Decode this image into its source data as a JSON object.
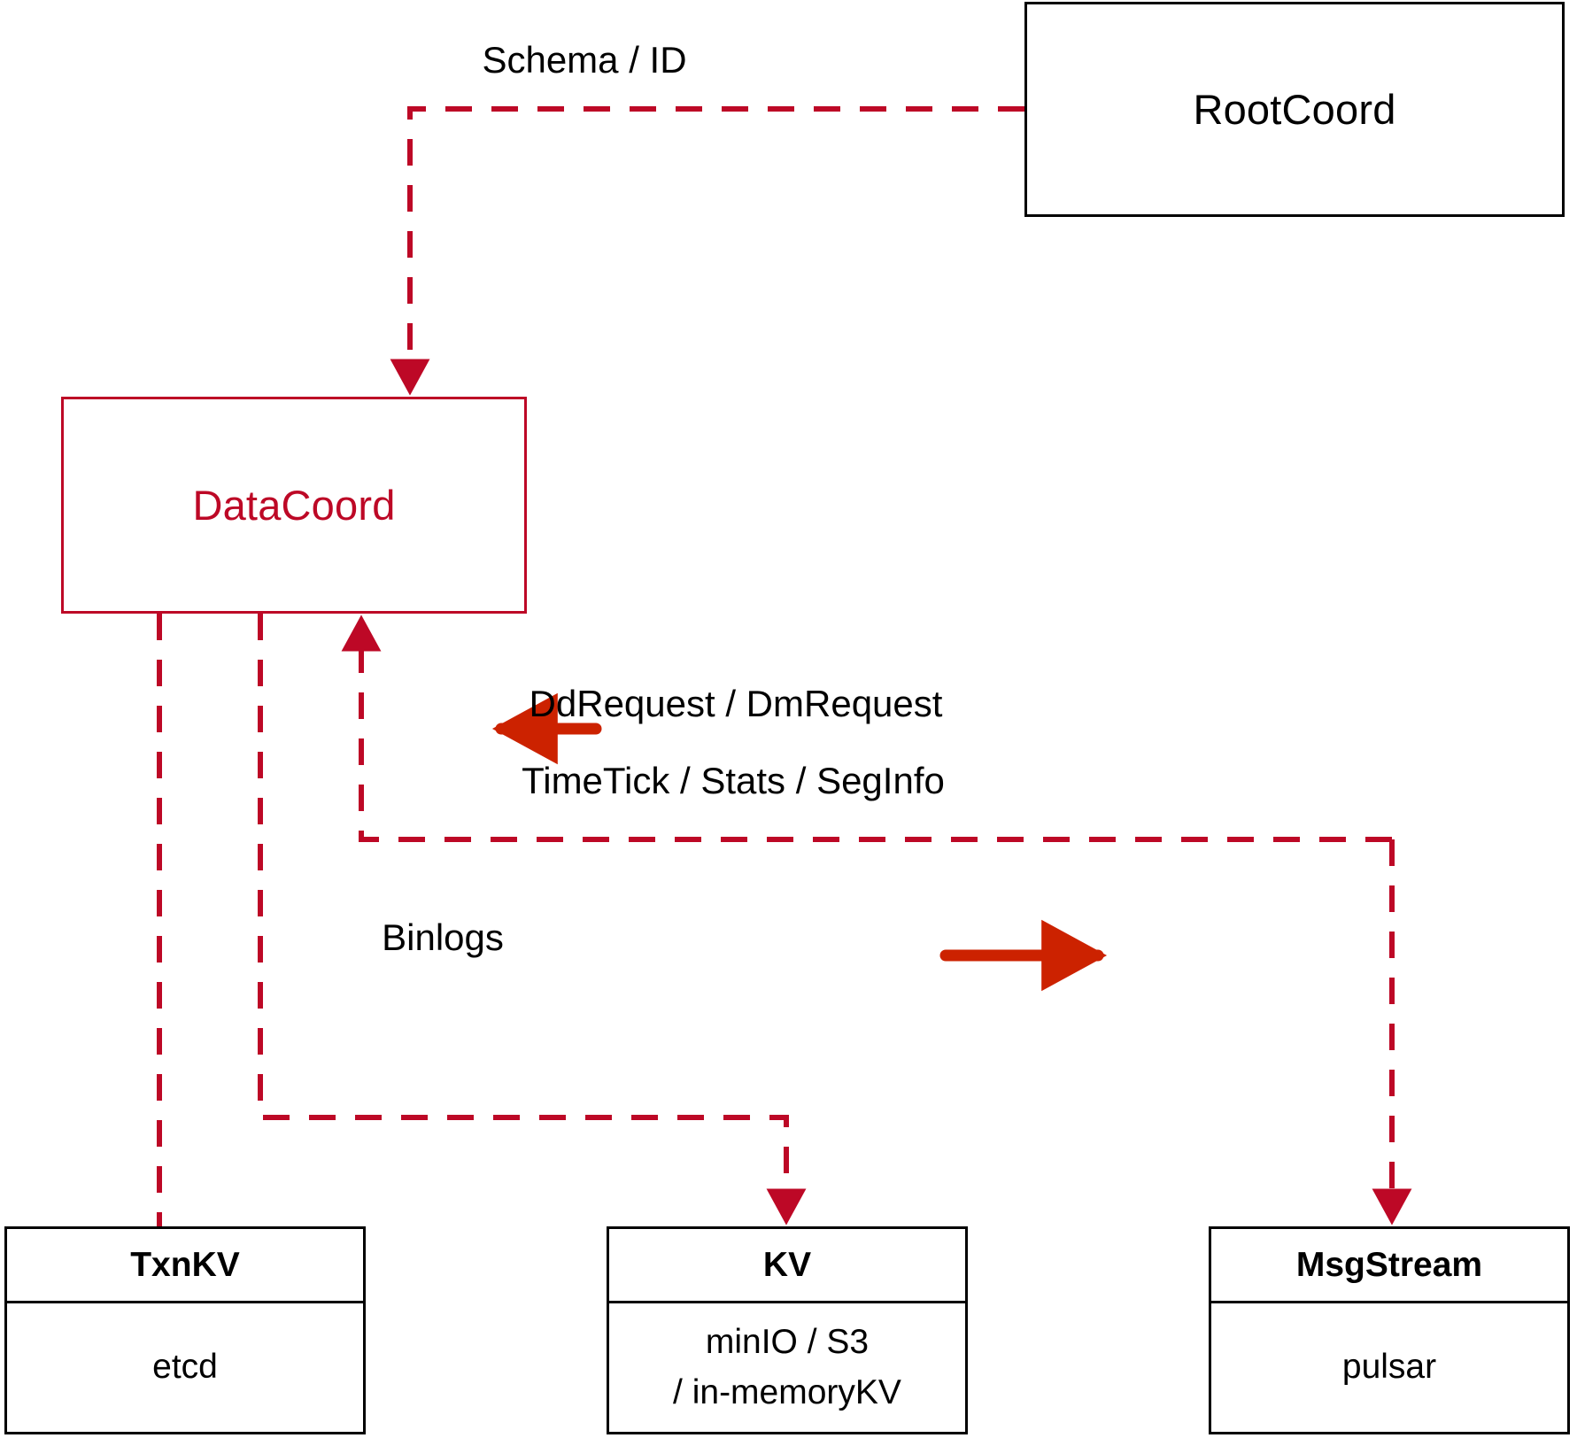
{
  "diagram": {
    "title": "DataCoord architecture",
    "colors": {
      "accent_dashed": "#bd0826",
      "accent_solid": "#cc2200",
      "node_border": "#000000",
      "background": "#ffffff"
    }
  },
  "nodes": {
    "rootcoord": {
      "label": "RootCoord"
    },
    "datacoord": {
      "label": "DataCoord"
    },
    "txnkv": {
      "title": "TxnKV",
      "lines": [
        "etcd"
      ]
    },
    "kv": {
      "title": "KV",
      "lines": [
        "minIO / S3",
        "/ in-memoryKV"
      ]
    },
    "msgstream": {
      "title": "MsgStream",
      "lines": [
        "pulsar"
      ]
    }
  },
  "edges": {
    "schema_id": {
      "label": "Schema / ID",
      "from": "rootcoord",
      "to": "datacoord",
      "style": "dashed"
    },
    "dd_dm_request": {
      "label": "DdRequest / DmRequest",
      "direction": "left",
      "style": "solid-arrow"
    },
    "timetick_stats_seginfo": {
      "label": "TimeTick / Stats / SegInfo",
      "direction": "right",
      "style": "solid-arrow"
    },
    "msgstream_link": {
      "label": "",
      "from": "msgstream",
      "to": "datacoord",
      "style": "dashed"
    },
    "binlogs": {
      "label": "Binlogs",
      "from": "datacoord",
      "to": "kv",
      "style": "dashed"
    },
    "txnkv_link": {
      "label": "",
      "from": "datacoord",
      "to": "txnkv",
      "style": "dashed"
    }
  }
}
